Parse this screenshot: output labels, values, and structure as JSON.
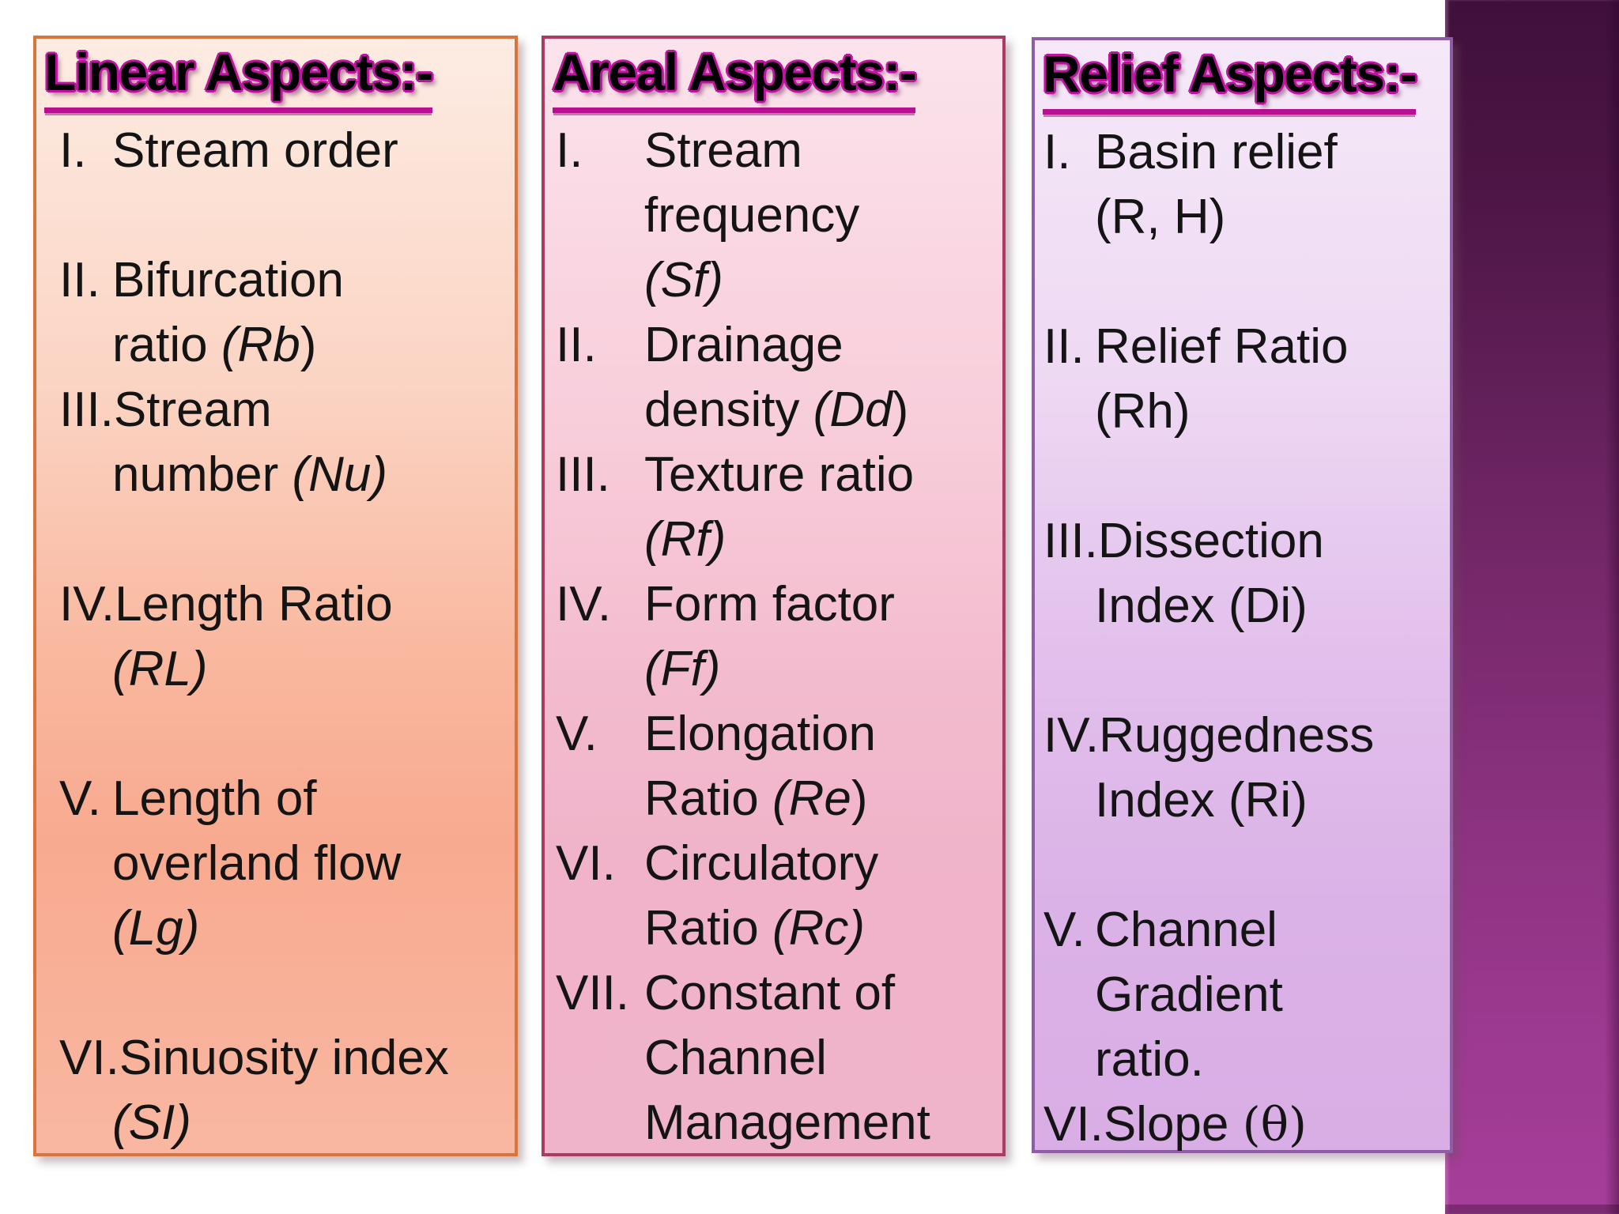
{
  "colors": {
    "page_bg": "#ffffff",
    "text": "#141414",
    "title_fill": "#000000",
    "title_outline": "#c013a2",
    "title_underline": "#b80f93",
    "linear_border": "#d9743c",
    "linear_bg_top": "#fdece3",
    "linear_bg_bottom": "#f9b7a1",
    "areal_border": "#ad3a64",
    "areal_bg_top": "#fbe3ec",
    "areal_bg_bottom": "#efb3ca",
    "relief_border": "#8f5ca6",
    "relief_bg_top": "#f5e9f8",
    "relief_bg_bottom": "#d9ade5",
    "band_top": "#40103a",
    "band_bottom": "#a63e99"
  },
  "boxes": [
    {
      "id": "linear",
      "title": "Linear Aspects:-",
      "lines": [
        {
          "num": "I.",
          "runs": [
            {
              "t": "Stream order",
              "s": "r"
            }
          ]
        },
        {
          "num": "",
          "runs": []
        },
        {
          "num": "II.",
          "runs": [
            {
              "t": "Bifurcation",
              "s": "r"
            }
          ]
        },
        {
          "num": "",
          "runs": [
            {
              "t": "ratio ",
              "s": "r"
            },
            {
              "t": "(Rb",
              "s": "i"
            },
            {
              "t": ")",
              "s": "r"
            }
          ]
        },
        {
          "num": "III.",
          "runs": [
            {
              "t": "Stream",
              "s": "r"
            }
          ]
        },
        {
          "num": "",
          "runs": [
            {
              "t": "number ",
              "s": "r"
            },
            {
              "t": "(Nu)",
              "s": "i"
            }
          ]
        },
        {
          "num": "",
          "runs": []
        },
        {
          "num": "IV.",
          "runs": [
            {
              "t": "Length Ratio",
              "s": "r"
            }
          ]
        },
        {
          "num": "",
          "runs": [
            {
              "t": "(RL)",
              "s": "i"
            }
          ]
        },
        {
          "num": "",
          "runs": []
        },
        {
          "num": "V.",
          "runs": [
            {
              "t": "Length of",
              "s": "r"
            }
          ]
        },
        {
          "num": "",
          "runs": [
            {
              "t": "overland flow",
              "s": "r"
            }
          ]
        },
        {
          "num": "",
          "runs": [
            {
              "t": "(Lg)",
              "s": "i"
            }
          ]
        },
        {
          "num": "",
          "runs": []
        },
        {
          "num": "VI.",
          "runs": [
            {
              "t": "Sinuosity index",
              "s": "r"
            }
          ]
        },
        {
          "num": "",
          "runs": [
            {
              "t": "(SI)",
              "s": "i"
            }
          ]
        }
      ]
    },
    {
      "id": "areal",
      "title": "Areal Aspects:-",
      "lines": [
        {
          "num": "I.",
          "runs": [
            {
              "t": "Stream",
              "s": "r"
            }
          ]
        },
        {
          "num": "",
          "runs": [
            {
              "t": "frequency",
              "s": "r"
            }
          ]
        },
        {
          "num": "",
          "runs": [
            {
              "t": "(Sf)",
              "s": "i"
            }
          ]
        },
        {
          "num": "II.",
          "runs": [
            {
              "t": "Drainage",
              "s": "r"
            }
          ]
        },
        {
          "num": "",
          "runs": [
            {
              "t": "density ",
              "s": "r"
            },
            {
              "t": "(Dd",
              "s": "i"
            },
            {
              "t": ")",
              "s": "r"
            }
          ]
        },
        {
          "num": "III.",
          "runs": [
            {
              "t": "Texture ratio",
              "s": "r"
            }
          ]
        },
        {
          "num": "",
          "runs": [
            {
              "t": "(Rf)",
              "s": "i"
            }
          ]
        },
        {
          "num": "IV.",
          "runs": [
            {
              "t": "Form factor",
              "s": "r"
            }
          ]
        },
        {
          "num": "",
          "runs": [
            {
              "t": "(Ff)",
              "s": "i"
            }
          ]
        },
        {
          "num": "V.",
          "runs": [
            {
              "t": "Elongation",
              "s": "r"
            }
          ]
        },
        {
          "num": "",
          "runs": [
            {
              "t": "Ratio ",
              "s": "r"
            },
            {
              "t": "(Re",
              "s": "i"
            },
            {
              "t": ")",
              "s": "r"
            }
          ]
        },
        {
          "num": "VI.",
          "runs": [
            {
              "t": "Circulatory",
              "s": "r"
            }
          ]
        },
        {
          "num": "",
          "runs": [
            {
              "t": "Ratio ",
              "s": "r"
            },
            {
              "t": "(Rc)",
              "s": "i"
            }
          ]
        },
        {
          "num": "VII.",
          "runs": [
            {
              "t": "Constant of",
              "s": "r"
            }
          ]
        },
        {
          "num": "",
          "runs": [
            {
              "t": "Channel",
              "s": "r"
            }
          ]
        },
        {
          "num": "",
          "runs": [
            {
              "t": "Management",
              "s": "r"
            }
          ]
        }
      ]
    },
    {
      "id": "relief",
      "title": "Relief Aspects:-",
      "lines": [
        {
          "num": "I.",
          "runs": [
            {
              "t": "Basin relief",
              "s": "r"
            }
          ]
        },
        {
          "num": "",
          "runs": [
            {
              "t": "(R, H)",
              "s": "r"
            }
          ]
        },
        {
          "num": "",
          "runs": []
        },
        {
          "num": "II.",
          "runs": [
            {
              "t": "Relief Ratio",
              "s": "r"
            }
          ]
        },
        {
          "num": "",
          "runs": [
            {
              "t": "(Rh)",
              "s": "r"
            }
          ]
        },
        {
          "num": "",
          "runs": []
        },
        {
          "num": "III.",
          "runs": [
            {
              "t": "Dissection",
              "s": "r"
            }
          ]
        },
        {
          "num": "",
          "runs": [
            {
              "t": "Index (Di)",
              "s": "r"
            }
          ]
        },
        {
          "num": "",
          "runs": []
        },
        {
          "num": "IV.",
          "runs": [
            {
              "t": "Ruggedness",
              "s": "r"
            }
          ]
        },
        {
          "num": "",
          "runs": [
            {
              "t": "Index (Ri)",
              "s": "r"
            }
          ]
        },
        {
          "num": "",
          "runs": []
        },
        {
          "num": "V.",
          "runs": [
            {
              "t": "Channel",
              "s": "r"
            }
          ]
        },
        {
          "num": "",
          "runs": [
            {
              "t": "Gradient",
              "s": "r"
            }
          ]
        },
        {
          "num": "",
          "runs": [
            {
              "t": "ratio.",
              "s": "r"
            }
          ]
        },
        {
          "num": "VI.",
          "runs": [
            {
              "t": "Slope ",
              "s": "r"
            },
            {
              "t": "(θ)",
              "s": "sym"
            }
          ]
        }
      ]
    }
  ]
}
